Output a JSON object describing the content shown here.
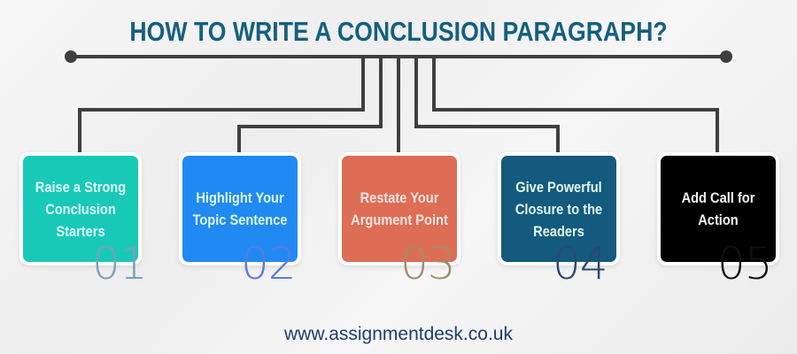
{
  "title": "HOW TO WRITE A CONCLUSION PARAGRAPH?",
  "steps": [
    {
      "number": "01",
      "label": "Raise a Strong Conclusion Starters",
      "color": "#19c9b8",
      "text_color": "#dffcf6",
      "number_color": "#7c9fb8"
    },
    {
      "number": "02",
      "label": "Highlight Your Topic Sentence",
      "color": "#2189f2",
      "text_color": "#d9fbf3",
      "number_color": "#5a7be0"
    },
    {
      "number": "03",
      "label": "Restate Your Argument Point",
      "color": "#dd6e55",
      "text_color": "#fde3e3",
      "number_color": "#a38b6a"
    },
    {
      "number": "04",
      "label": "Give Powerful Closure to the Readers",
      "color": "#135a7e",
      "text_color": "#e3f7f2",
      "number_color": "#2b4872"
    },
    {
      "number": "05",
      "label": "Add Call for Action",
      "color": "#000000",
      "text_color": "#f2f2f2",
      "number_color": "#111111"
    }
  ],
  "connector_color": "#3f3f3f",
  "footer": "www.assignmentdesk.co.uk"
}
